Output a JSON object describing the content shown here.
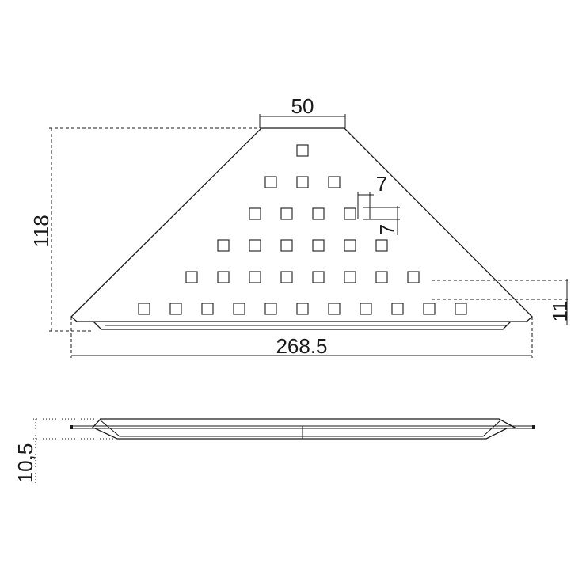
{
  "dimensions": {
    "top_width": "50",
    "height": "118",
    "hole_width": "7",
    "hole_height": "7",
    "base_width": "268.5",
    "edge_height": "11",
    "thickness": "10,5"
  },
  "perforation": {
    "rows": [
      1,
      3,
      4,
      6,
      8,
      11
    ]
  }
}
